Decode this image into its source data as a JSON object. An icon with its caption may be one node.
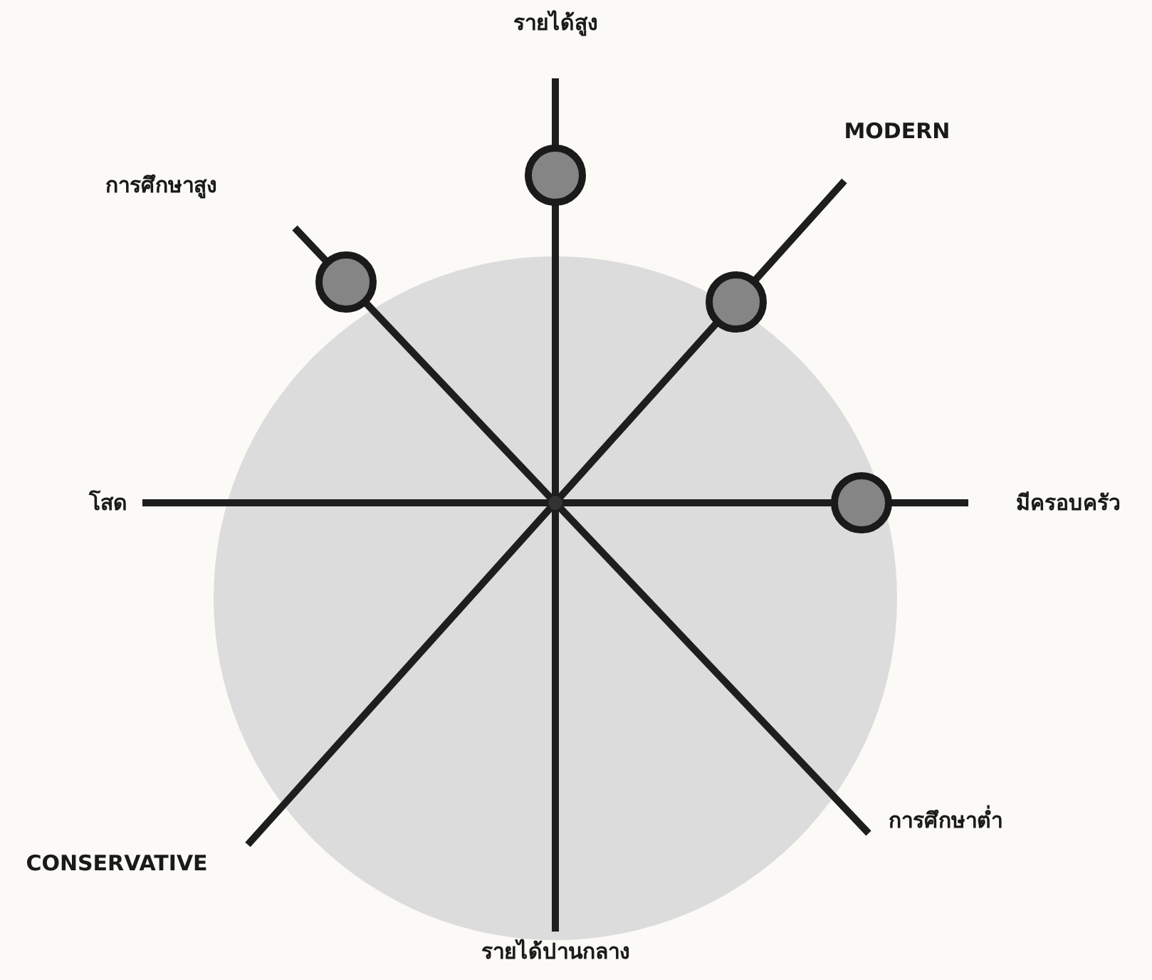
{
  "diagram": {
    "labels": [
      "รายได้สูง",
      "การศึกษาสูง",
      "MODERN",
      "โสด",
      "มีครอบครัว",
      "การศึกษาต่ำ",
      "CONSERVATIVE",
      "รายได้ปานกลาง"
    ]
  }
}
